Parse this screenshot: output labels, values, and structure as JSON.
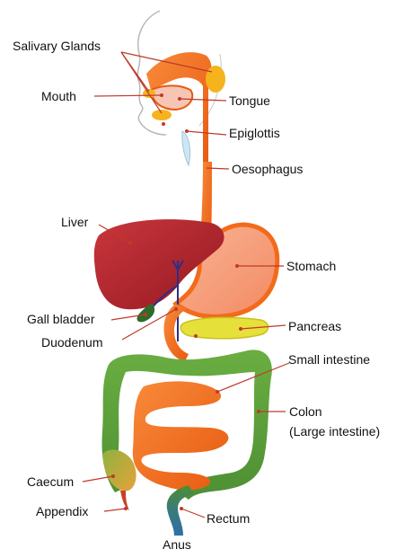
{
  "labels": {
    "salivary_glands": "Salivary Glands",
    "mouth": "Mouth",
    "tongue": "Tongue",
    "epiglottis": "Epiglottis",
    "oesophagus": "Oesophagus",
    "liver": "Liver",
    "stomach": "Stomach",
    "gall_bladder": "Gall bladder",
    "duodenum": "Duodenum",
    "pancreas": "Pancreas",
    "small_intestine": "Small intestine",
    "colon": "Colon",
    "colon_sub": "(Large intestine)",
    "caecum": "Caecum",
    "appendix": "Appendix",
    "rectum": "Rectum",
    "anus": "Anus"
  },
  "colors": {
    "orange": "#f26a1b",
    "liver": "#b5202a",
    "stomach": "#f7a17e",
    "gall_bladder": "#2f6b2a",
    "pancreas": "#e6e03a",
    "colon": "#5a9e3a",
    "rectum": "#2f6fa8",
    "leader": "#c0392b",
    "vessel": "#2b2e8a",
    "salivary": "#f5b41e"
  }
}
